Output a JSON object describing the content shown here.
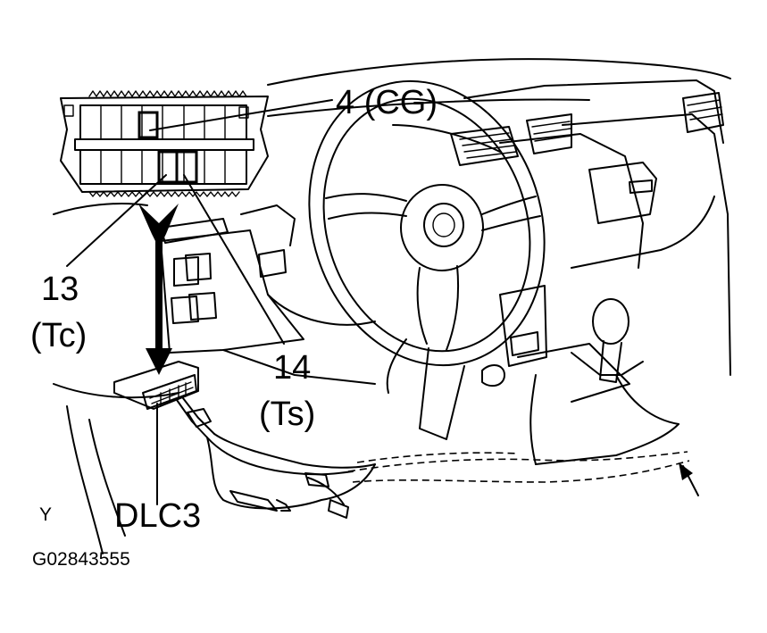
{
  "labels": {
    "cg": "4 (CG)",
    "tc_num": "13",
    "tc_name": "(Tc)",
    "ts_num": "14",
    "ts_name": "(Ts)",
    "dlc": "DLC3",
    "view": "Y",
    "figure_id": "G02843555"
  }
}
